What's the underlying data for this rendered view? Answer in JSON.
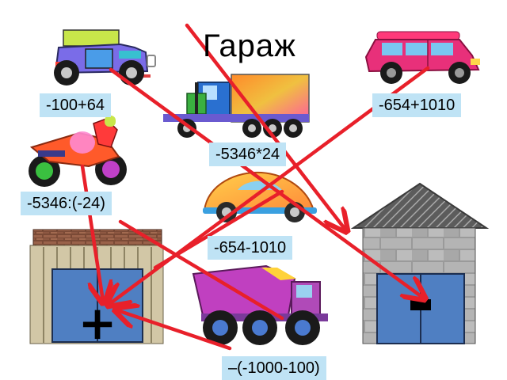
{
  "title": "Гараж",
  "labels": {
    "jeep": "-100+64",
    "suv": "-654+1010",
    "truck": "-5346*24",
    "motorcycle": "-5346:(-24)",
    "beetle": "-654-1010",
    "dump_truck": "–(-1000-100)"
  },
  "garage_plus_sign": "+",
  "garage_minus_sign": "-",
  "colors": {
    "label_bg": "#bfe3f5",
    "arrow": "#e8202a",
    "garage_door": "#4f7fc2",
    "wood_panel": "#d2c7a6",
    "stone_wall": "#8e8e8e",
    "brick_roof": "#8a5a44"
  }
}
